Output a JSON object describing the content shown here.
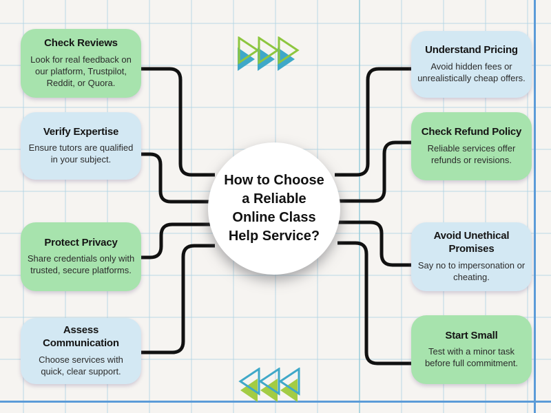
{
  "title": {
    "line1": "How to Choose",
    "line2": "a Reliable",
    "line3": "Online Class",
    "line4": "Help Service?"
  },
  "left_items": [
    {
      "heading": "Check Reviews",
      "body": "Look for real feedback on our platform, Trustpilot, Reddit, or Quora.",
      "color": "green"
    },
    {
      "heading": "Verify Expertise",
      "body": "Ensure tutors are qualified in your subject.",
      "color": "blue"
    },
    {
      "heading": "Protect Privacy",
      "body": "Share credentials only with trusted, secure platforms.",
      "color": "green"
    },
    {
      "heading": "Assess Communication",
      "body": "Choose services with quick, clear support.",
      "color": "blue"
    }
  ],
  "right_items": [
    {
      "heading": "Understand Pricing",
      "body": "Avoid hidden fees or unrealistically cheap offers.",
      "color": "blue"
    },
    {
      "heading": "Check Refund Policy",
      "body": "Reliable services offer refunds or revisions.",
      "color": "green"
    },
    {
      "heading": "Avoid Unethical Promises",
      "body": "Say no to impersonation or cheating.",
      "color": "blue"
    },
    {
      "heading": "Start Small",
      "body": "Test with a minor task before full commitment.",
      "color": "green"
    }
  ],
  "colors": {
    "green_box": "#a7e3ad",
    "blue_box": "#d3e8f3",
    "connector": "#111111",
    "triangle_blue": "#3fa8c8",
    "triangle_green": "#8dc63f",
    "circle_fill": "#ffffff",
    "background": "#f6f4f1",
    "accent_line": "#5b9bd8"
  }
}
